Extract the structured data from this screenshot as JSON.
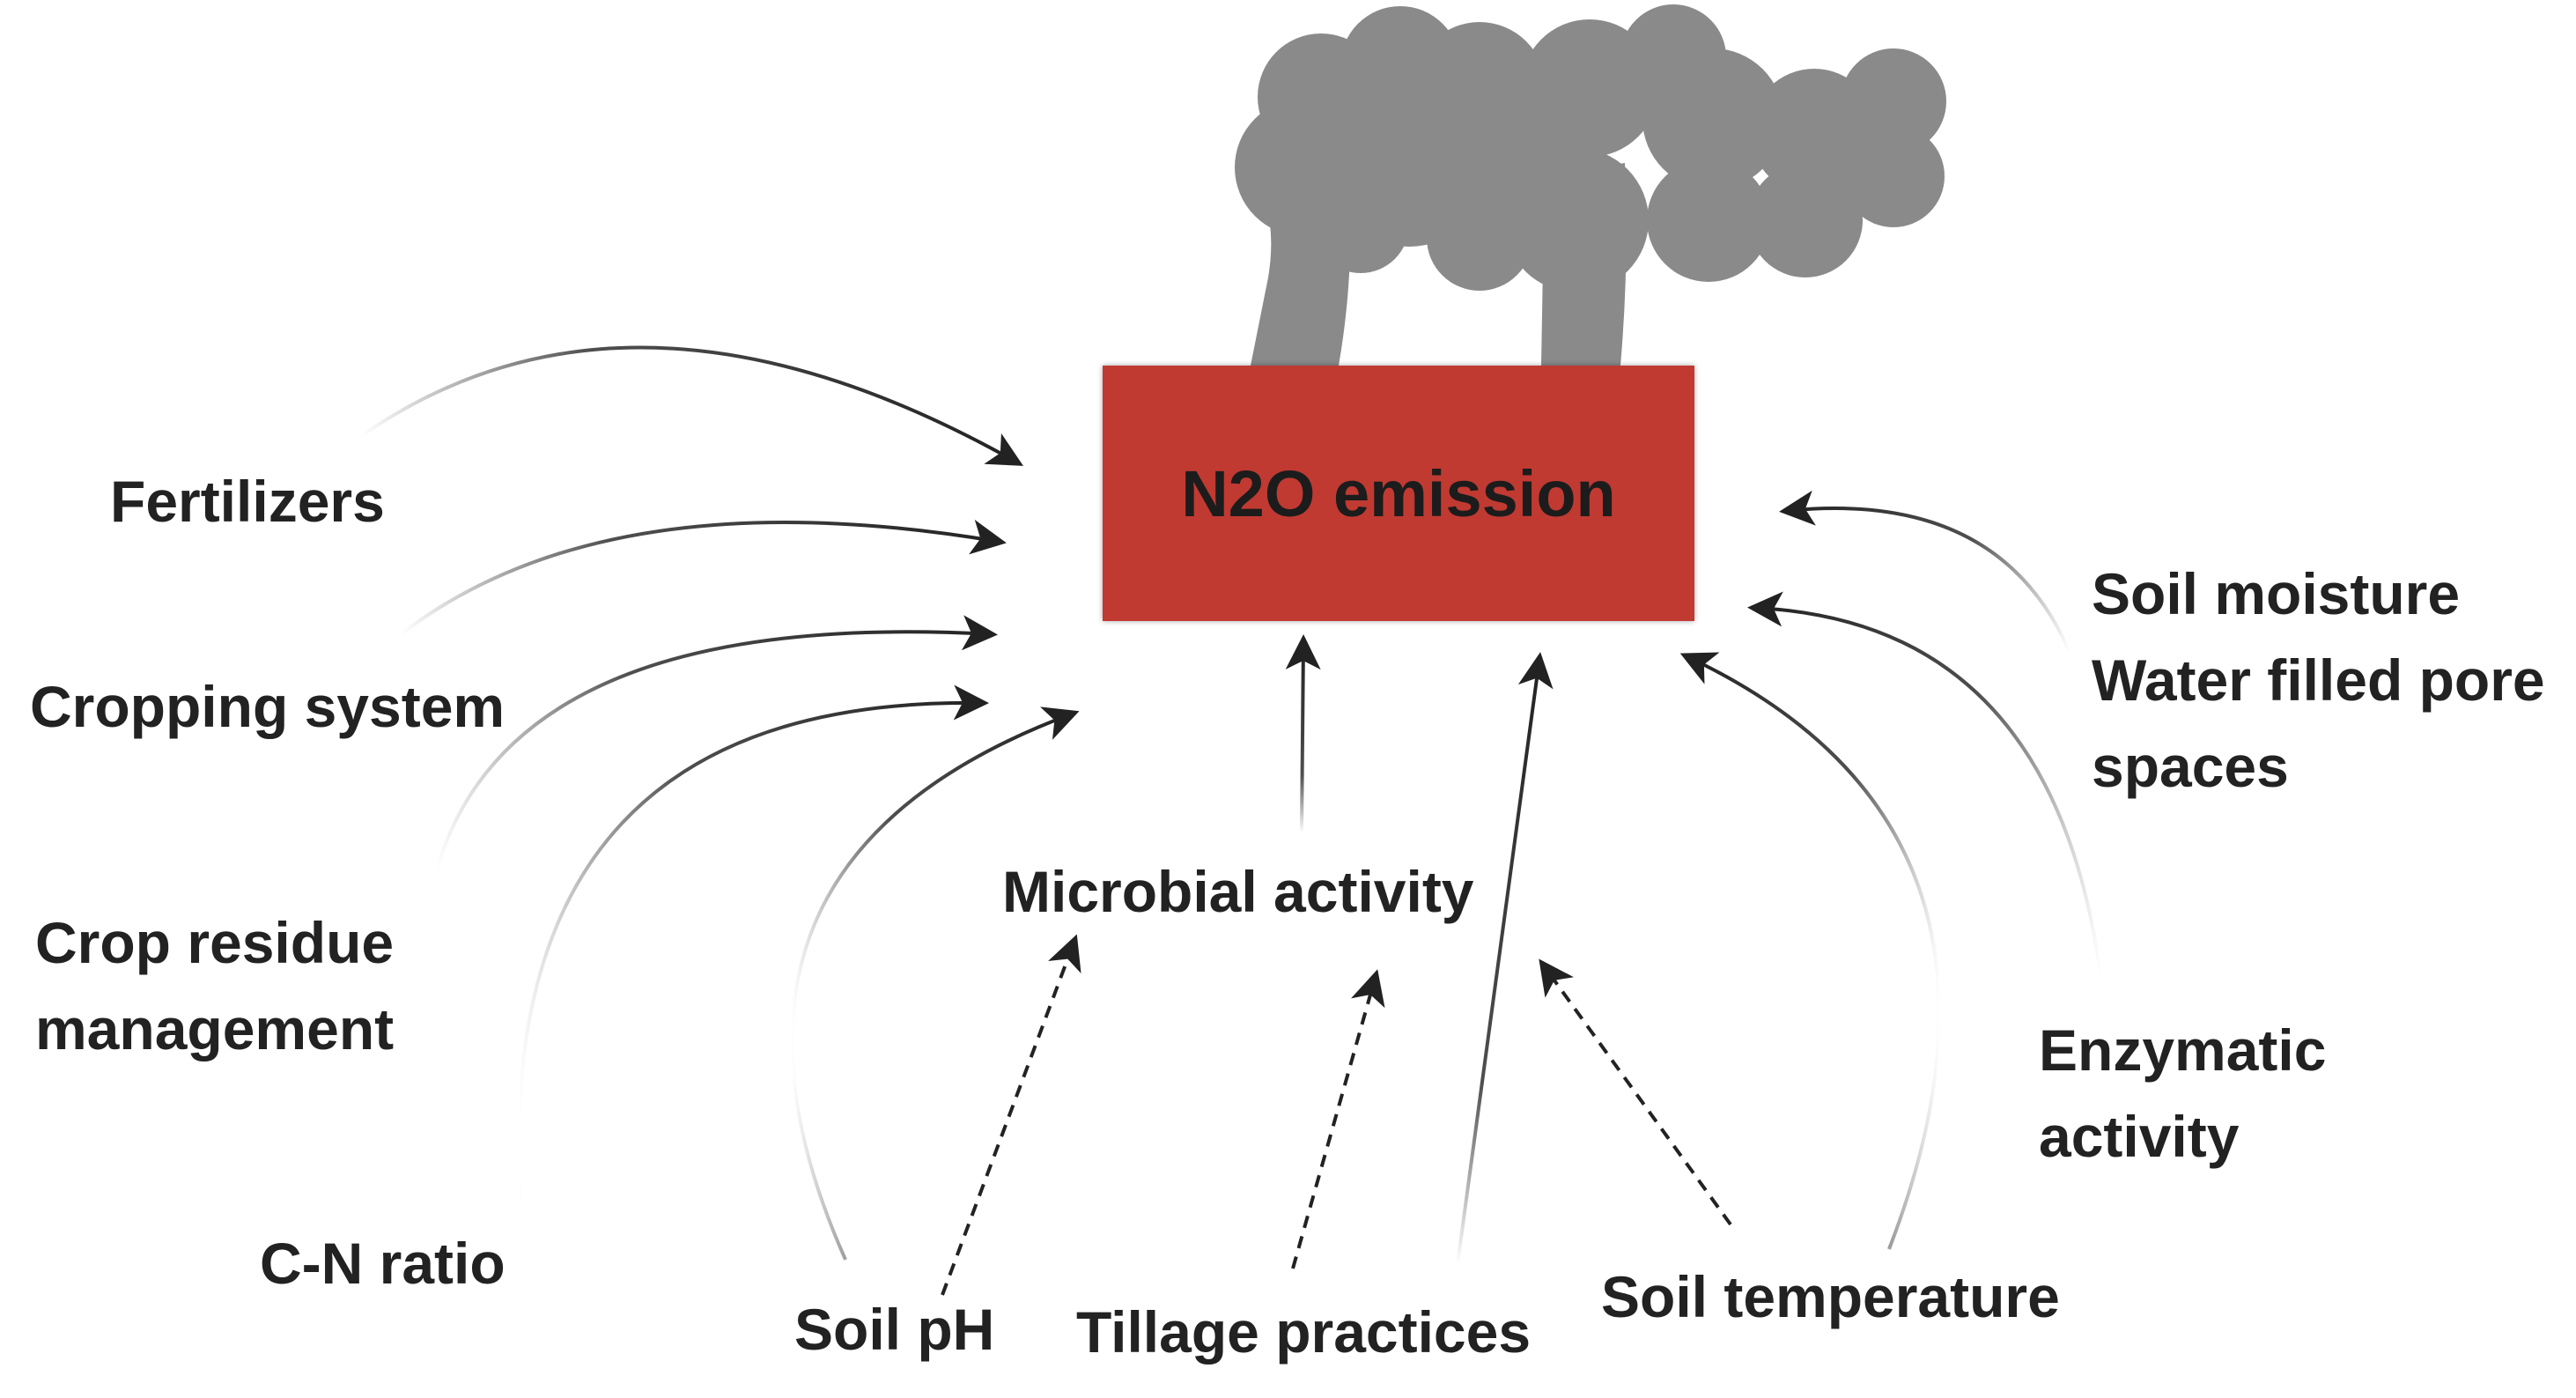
{
  "center": {
    "label": "N2O emission",
    "box_color": "#c03a32",
    "smoke_color": "#8a8a8a"
  },
  "factors": {
    "fertilizers": "Fertilizers",
    "cropping_system": "Cropping system",
    "crop_residue_line1": "Crop residue",
    "crop_residue_line2": "management",
    "cn_ratio": "C-N ratio",
    "soil_ph": "Soil pH",
    "microbial_activity": "Microbial activity",
    "tillage": "Tillage practices",
    "soil_temperature": "Soil temperature",
    "enzymatic_line1": "Enzymatic",
    "enzymatic_line2": "activity",
    "soil_moisture_line1": "Soil moisture",
    "soil_moisture_line2": "Water filled pore",
    "soil_moisture_line3": "spaces"
  }
}
